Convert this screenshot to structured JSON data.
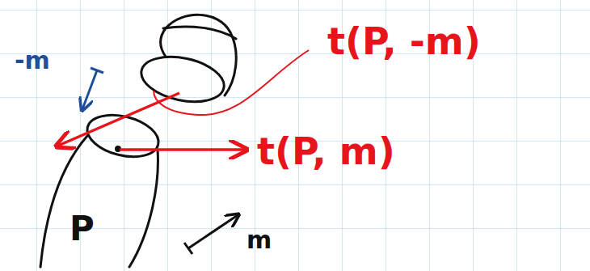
{
  "diagram": {
    "labels": [
      "t(P, -m)",
      "-m",
      "t(P, m)",
      "P",
      "m"
    ]
  }
}
